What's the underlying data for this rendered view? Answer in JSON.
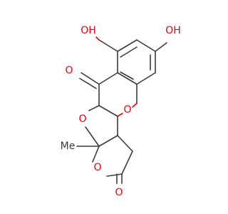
{
  "molecule": {
    "labels": {
      "oh_left": "OH",
      "oh_right": "OH",
      "ketone_o": "O",
      "pyran_o": "O",
      "furan_o": "O",
      "lactone_ring_o": "O",
      "lactone_carbonyl_o": "O",
      "methyl": "Me"
    },
    "colors": {
      "bond": "#3b3b3b",
      "oxygen": "#e8000c",
      "background": "#ffffff"
    }
  }
}
